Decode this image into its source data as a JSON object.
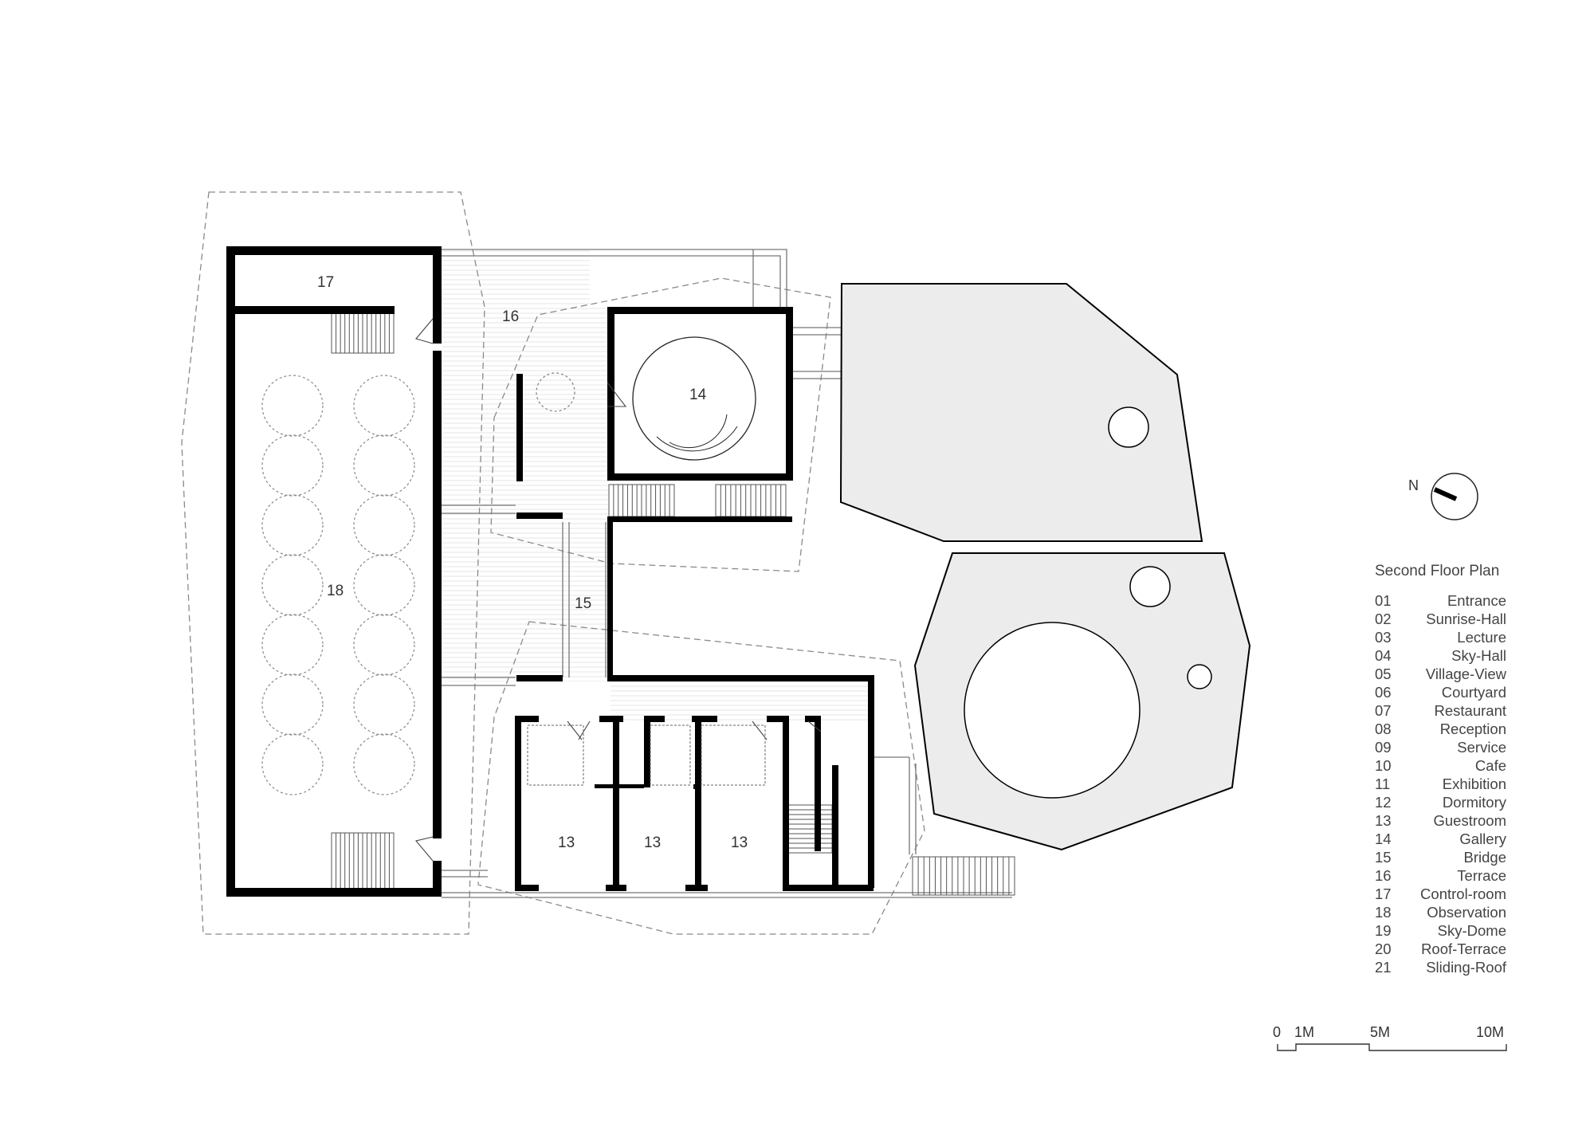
{
  "title": "Second Floor Plan",
  "north_label": "N",
  "room_labels": {
    "control_room": "17",
    "terrace": "16",
    "gallery": "14",
    "observation": "18",
    "bridge": "15",
    "guestroom_1": "13",
    "guestroom_2": "13",
    "guestroom_3": "13"
  },
  "legend": [
    {
      "num": "01",
      "name": "Entrance"
    },
    {
      "num": "02",
      "name": "Sunrise-Hall"
    },
    {
      "num": "03",
      "name": "Lecture"
    },
    {
      "num": "04",
      "name": "Sky-Hall"
    },
    {
      "num": "05",
      "name": "Village-View"
    },
    {
      "num": "06",
      "name": "Courtyard"
    },
    {
      "num": "07",
      "name": "Restaurant"
    },
    {
      "num": "08",
      "name": "Reception"
    },
    {
      "num": "09",
      "name": "Service"
    },
    {
      "num": "10",
      "name": "Cafe"
    },
    {
      "num": "11",
      "name": "Exhibition"
    },
    {
      "num": "12",
      "name": "Dormitory"
    },
    {
      "num": "13",
      "name": "Guestroom"
    },
    {
      "num": "14",
      "name": "Gallery"
    },
    {
      "num": "15",
      "name": "Bridge"
    },
    {
      "num": "16",
      "name": "Terrace"
    },
    {
      "num": "17",
      "name": "Control-room"
    },
    {
      "num": "18",
      "name": "Observation"
    },
    {
      "num": "19",
      "name": "Sky-Dome"
    },
    {
      "num": "20",
      "name": "Roof-Terrace"
    },
    {
      "num": "21",
      "name": "Sliding-Roof"
    }
  ],
  "scale_bar": {
    "labels": [
      "0",
      "1M",
      "5M",
      "10M"
    ]
  },
  "colors": {
    "wall": "#000000",
    "roof_fill": "#ececec",
    "dashed_outline": "#8a8a8a"
  }
}
